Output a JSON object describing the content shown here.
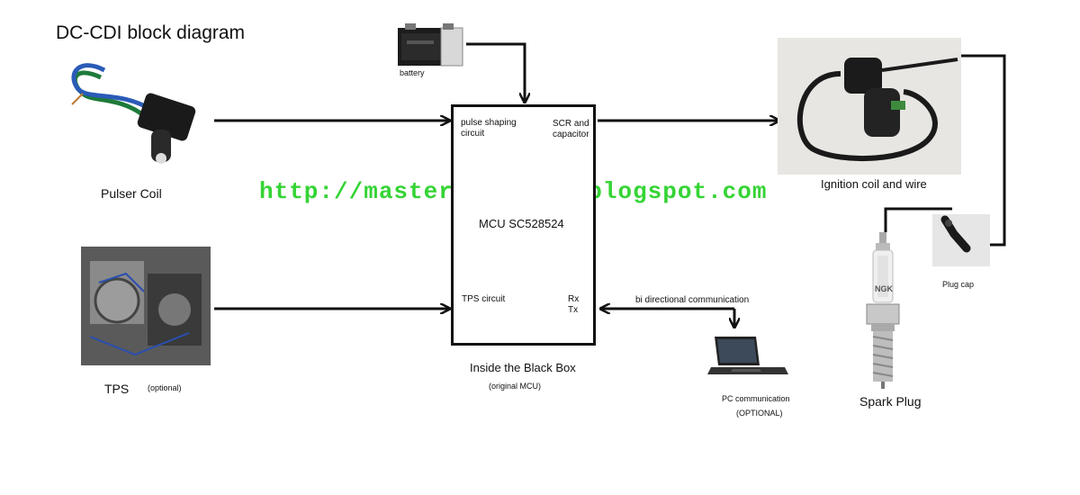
{
  "title": "DC-CDI block diagram",
  "watermark": "http://mastercircuits.blogspot.com",
  "components": {
    "battery": "battery",
    "pulser_coil": "Pulser Coil",
    "tps": "TPS",
    "tps_note": "(optional)",
    "ignition_coil": "Ignition coil and wire",
    "plug_cap": "Plug cap",
    "spark_plug": "Spark Plug",
    "spark_plug_brand": "NGK",
    "pc_comm": "PC communication",
    "pc_comm_note": "(OPTIONAL)"
  },
  "mcu": {
    "pulse_shaping": "pulse shaping circuit",
    "scr": "SCR and capacitor",
    "name": "MCU SC528524",
    "tps_circuit": "TPS circuit",
    "rx": "Rx",
    "tx": "Tx",
    "caption": "Inside the Black Box",
    "caption_note": "(original MCU)"
  },
  "links": {
    "bidirectional": "bi directional communication"
  }
}
